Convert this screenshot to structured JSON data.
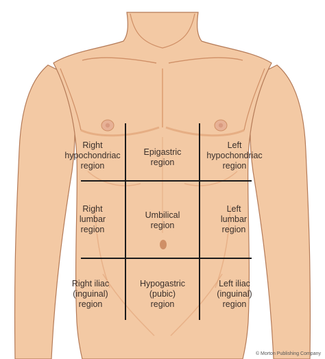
{
  "colors": {
    "skin": "#f3c9a4",
    "skin_shadow": "#e2a77c",
    "skin_deep": "#cf8f66",
    "outline": "#b47a57",
    "nipple": "#d99a80",
    "grid_line": "#1a1a1a",
    "label_text": "#3a2f2a"
  },
  "regions": [
    {
      "id": "right-hypochondriac",
      "text": "Right\nhypochondriac\nregion"
    },
    {
      "id": "epigastric",
      "text": "Epigastric\nregion"
    },
    {
      "id": "left-hypochondriac",
      "text": "Left\nhypochondriac\nregion"
    },
    {
      "id": "right-lumbar",
      "text": "Right\nlumbar\nregion"
    },
    {
      "id": "umbilical",
      "text": "Umbilical\nregion"
    },
    {
      "id": "left-lumbar",
      "text": "Left\nlumbar\nregion"
    },
    {
      "id": "right-iliac",
      "text": "Right iliac\n(inguinal)\nregion"
    },
    {
      "id": "hypogastric",
      "text": "Hypogastric\n(pubic)\nregion"
    },
    {
      "id": "left-iliac",
      "text": "Left iliac\n(inguinal)\nregion"
    }
  ],
  "credit": "© Morton Publishing Company"
}
